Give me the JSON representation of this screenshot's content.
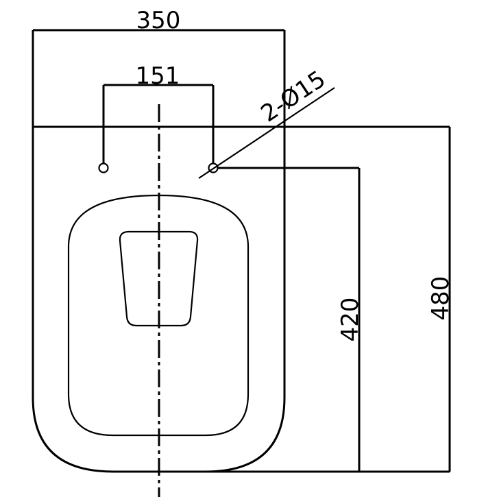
{
  "drawing": {
    "dimensions": {
      "overall_width": "350",
      "fixing_spacing": "151",
      "fixing_holes": "2-Ø15",
      "fixing_to_front": "420",
      "overall_depth": "480"
    }
  }
}
